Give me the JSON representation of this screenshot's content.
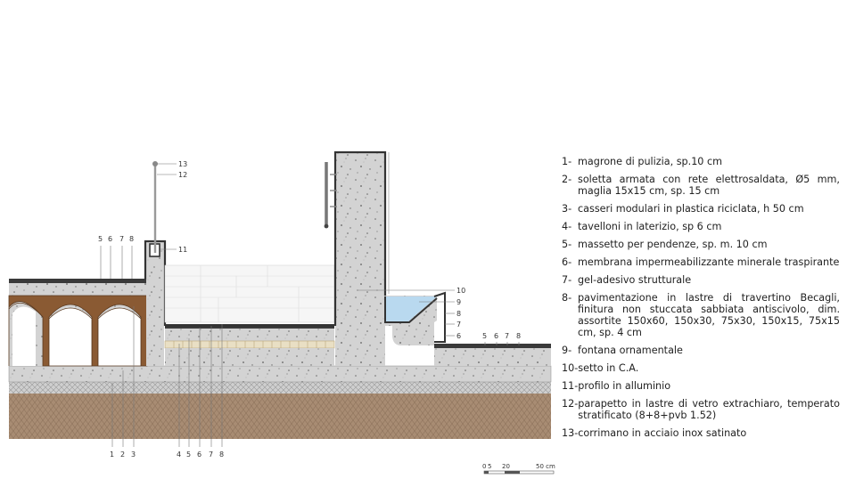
{
  "legend": [
    {
      "num": "1-",
      "text": "magrone di pulizia, sp.10 cm"
    },
    {
      "num": "2-",
      "text": "soletta armata con rete elettrosaldata, Ø5 mm, maglia 15x15 cm, sp. 15 cm"
    },
    {
      "num": "3-",
      "text": "casseri modulari in plastica riciclata, h 50 cm"
    },
    {
      "num": "4-",
      "text": "tavelloni in laterizio, sp 6 cm"
    },
    {
      "num": "5-",
      "text": "massetto per pendenze, sp. m. 10 cm"
    },
    {
      "num": "6-",
      "text": "membrana impermeabilizzante minerale traspirante"
    },
    {
      "num": "7-",
      "text": "gel-adesivo strutturale"
    },
    {
      "num": "8-",
      "text": "pavimentazione in lastre di travertino Becagli, finitura non stuccata sabbiata antiscivolo, dim. assortite 150x60, 150x30, 75x30, 150x15, 75x15 cm, sp. 4 cm"
    },
    {
      "num": "9-",
      "text": "fontana ornamentale"
    },
    {
      "num": "10-",
      "text": "setto in C.A."
    },
    {
      "num": "11-",
      "text": "profilo in alluminio"
    },
    {
      "num": "12-",
      "text": "parapetto in lastre di vetro extrachiaro, temperato stratificato (8+8+pvb 1.52)"
    },
    {
      "num": "13-",
      "text": "corrimano in acciaio inox satinato"
    }
  ],
  "callouts": {
    "railing_13": "13",
    "railing_12": "12",
    "profile_11": "11",
    "left_5": "5",
    "left_6": "6",
    "left_7": "7",
    "left_8": "8",
    "fountain_10": "10",
    "fountain_9": "9",
    "fountain_8": "8",
    "fountain_7": "7",
    "fountain_6": "6",
    "right_5": "5",
    "right_6": "6",
    "right_7": "7",
    "right_8": "8",
    "bottom_1": "1",
    "bottom_2": "2",
    "bottom_3": "3",
    "bottom_4": "4",
    "bottom_5": "5",
    "bottom_6": "6",
    "bottom_7": "7",
    "bottom_8": "8"
  },
  "scale_bar": {
    "label_0": "0",
    "label_5": "5",
    "label_20": "20",
    "label_50": "50 cm"
  },
  "colors": {
    "concrete": "#d2d2d2",
    "soil": "#a88c73",
    "brick_arch": "#8a5a33",
    "membrane": "#3a3a3a",
    "water": "#b9d9ef",
    "glass": "#9a9a9a"
  }
}
